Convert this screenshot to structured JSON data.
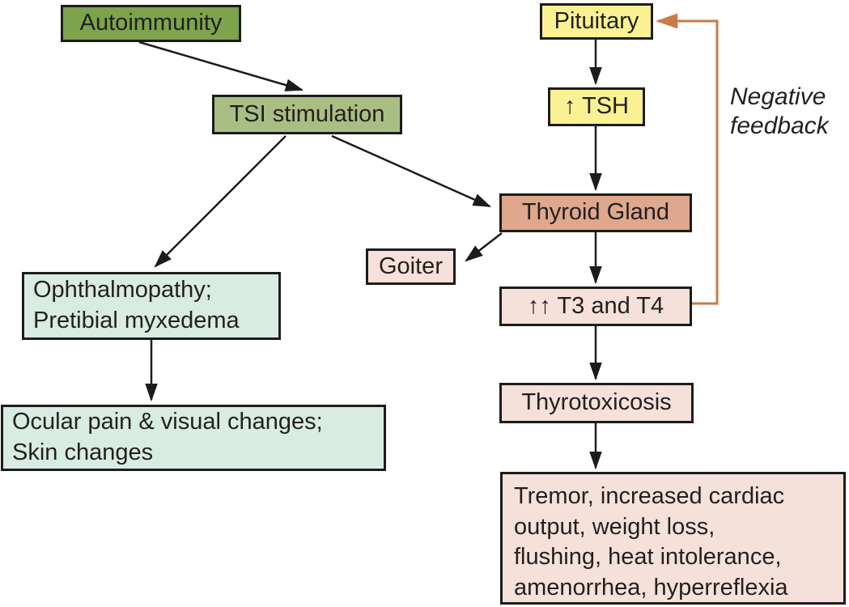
{
  "nodes": {
    "autoimmunity": {
      "label": "Autoimmunity",
      "fill": "#7ba44c"
    },
    "tsi_stimulation": {
      "label": "TSI stimulation",
      "fill": "#a9be83"
    },
    "pituitary": {
      "label": "Pituitary",
      "fill": "#faf192"
    },
    "tsh": {
      "label": "↑ TSH",
      "fill": "#faf192"
    },
    "thyroid_gland": {
      "label": "Thyroid Gland",
      "fill": "#dfa78c"
    },
    "goiter": {
      "label": "Goiter",
      "fill": "#f5e1da"
    },
    "t3_t4": {
      "label": "↑↑ T3 and T4",
      "fill": "#f5e1da"
    },
    "ophthalmopathy": {
      "lines": [
        "Ophthalmopathy;",
        "Pretibial myxedema"
      ],
      "fill": "#d8ece1"
    },
    "ocular_skin": {
      "lines": [
        "Ocular pain & visual changes;",
        "Skin changes"
      ],
      "fill": "#d8ece1"
    },
    "thyrotoxicosis": {
      "label": "Thyrotoxicosis",
      "fill": "#f5e1da"
    },
    "symptoms": {
      "lines": [
        "Tremor, increased cardiac",
        "output, weight loss,",
        "flushing, heat intolerance,",
        "amenorrhea, hyperreflexia"
      ],
      "fill": "#f5e1da"
    }
  },
  "annotations": {
    "negative_feedback": {
      "lines": [
        "Negative",
        "feedback"
      ]
    }
  },
  "edges": [
    {
      "from": "autoimmunity",
      "to": "tsi_stimulation",
      "style": "black-arrow"
    },
    {
      "from": "tsi_stimulation",
      "to": "ophthalmopathy",
      "style": "black-arrow"
    },
    {
      "from": "tsi_stimulation",
      "to": "thyroid_gland",
      "style": "black-arrow"
    },
    {
      "from": "pituitary",
      "to": "tsh",
      "style": "black-arrow"
    },
    {
      "from": "tsh",
      "to": "thyroid_gland",
      "style": "black-arrow"
    },
    {
      "from": "thyroid_gland",
      "to": "goiter",
      "style": "black-arrow"
    },
    {
      "from": "thyroid_gland",
      "to": "t3_t4",
      "style": "black-arrow"
    },
    {
      "from": "t3_t4",
      "to": "thyrotoxicosis",
      "style": "black-arrow"
    },
    {
      "from": "thyrotoxicosis",
      "to": "symptoms",
      "style": "black-arrow"
    },
    {
      "from": "ophthalmopathy",
      "to": "ocular_skin",
      "style": "black-arrow"
    },
    {
      "from": "t3_t4",
      "to": "pituitary",
      "style": "orange-feedback-arrow",
      "label": "Negative feedback"
    }
  ],
  "colors": {
    "arrow_black": "#1c1c1c",
    "feedback_orange": "#c87c48",
    "node_border": "#1c1c1c",
    "text": "#231f20",
    "background": "#ffffff"
  }
}
